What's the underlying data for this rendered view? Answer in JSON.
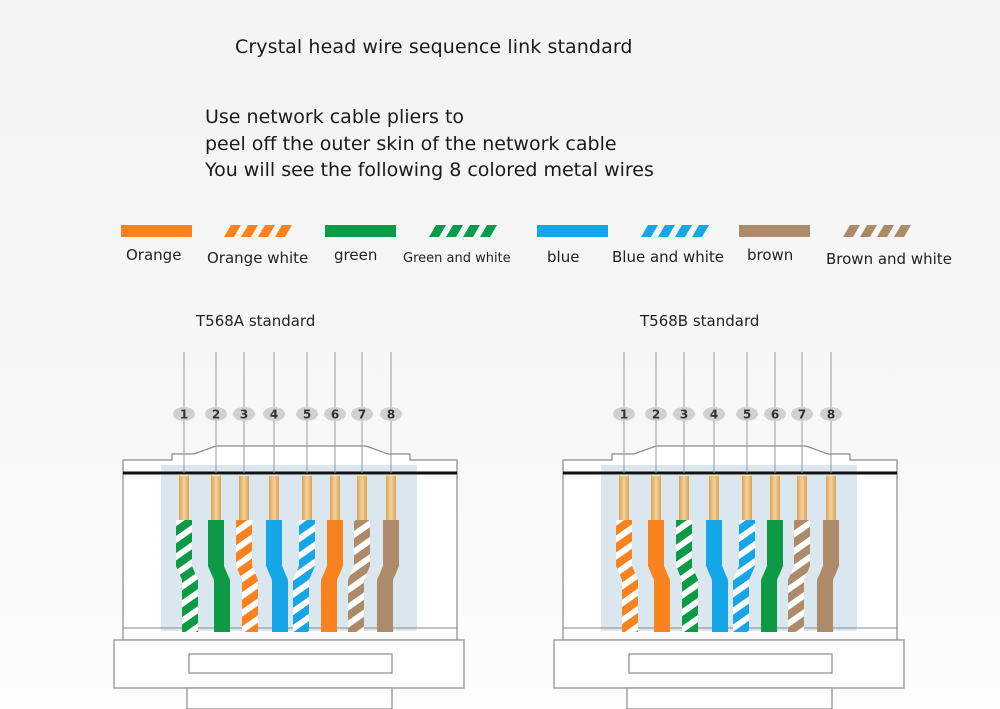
{
  "title": "Crystal head wire sequence link standard",
  "intro": [
    "Use network cable pliers to",
    "peel off the outer skin of the network cable",
    "You will see the following 8 colored metal wires"
  ],
  "colors": {
    "orange": "#f7821e",
    "green": "#0c9a47",
    "blue": "#14a6e6",
    "brown": "#ad8a6a",
    "white": "#ffffff",
    "copper": "#e9b568",
    "copper_light": "#f5d39a",
    "panel": "#dbe7ef",
    "outline": "#8a8a8a",
    "pin_badge": "#d0d0d0"
  },
  "legend": [
    {
      "label": "Orange",
      "color": "orange",
      "striped": false
    },
    {
      "label": "Orange white",
      "color": "orange",
      "striped": true
    },
    {
      "label": "green",
      "color": "green",
      "striped": false
    },
    {
      "label": "Green and white",
      "color": "green",
      "striped": true
    },
    {
      "label": "blue",
      "color": "blue",
      "striped": false
    },
    {
      "label": "Blue and white",
      "color": "blue",
      "striped": true
    },
    {
      "label": "brown",
      "color": "brown",
      "striped": false
    },
    {
      "label": "Brown and white",
      "color": "brown",
      "striped": true
    }
  ],
  "standards": [
    {
      "name": "T568A standard",
      "pins": [
        "1",
        "2",
        "3",
        "4",
        "5",
        "6",
        "7",
        "8"
      ],
      "wires": [
        {
          "color": "green",
          "striped": true
        },
        {
          "color": "green",
          "striped": false
        },
        {
          "color": "orange",
          "striped": true
        },
        {
          "color": "blue",
          "striped": false
        },
        {
          "color": "blue",
          "striped": true
        },
        {
          "color": "orange",
          "striped": false
        },
        {
          "color": "brown",
          "striped": true
        },
        {
          "color": "brown",
          "striped": false
        }
      ]
    },
    {
      "name": "T568B standard",
      "pins": [
        "1",
        "2",
        "3",
        "4",
        "5",
        "6",
        "7",
        "8"
      ],
      "wires": [
        {
          "color": "orange",
          "striped": true
        },
        {
          "color": "orange",
          "striped": false
        },
        {
          "color": "green",
          "striped": true
        },
        {
          "color": "blue",
          "striped": false
        },
        {
          "color": "blue",
          "striped": true
        },
        {
          "color": "green",
          "striped": false
        },
        {
          "color": "brown",
          "striped": true
        },
        {
          "color": "brown",
          "striped": false
        }
      ]
    }
  ]
}
